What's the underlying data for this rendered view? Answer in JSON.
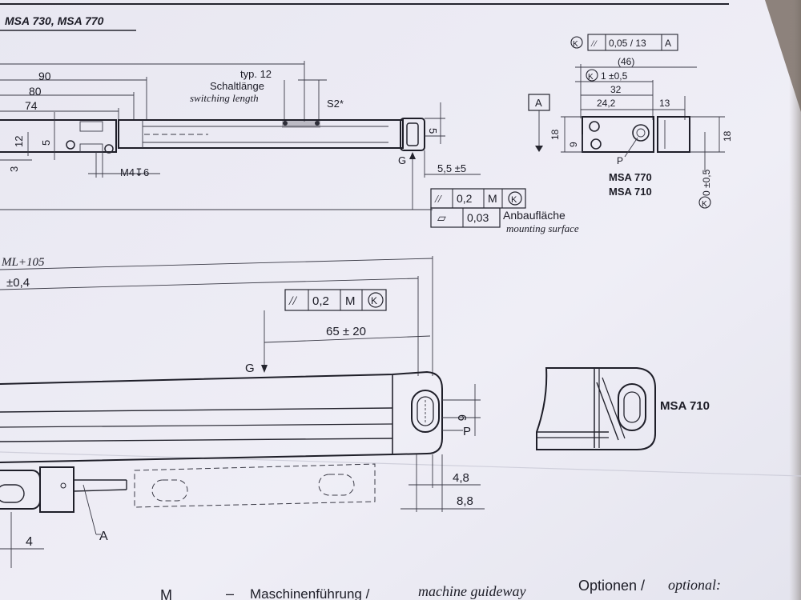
{
  "header": {
    "title": "MSA 730, MSA 770"
  },
  "top_view": {
    "dims": [
      "90",
      "80",
      "74"
    ],
    "typ": "typ. 12",
    "switching_de": "Schaltlänge",
    "switching_en": "switching length",
    "s2": "S2*",
    "left_vertical": [
      "12",
      "5",
      "3"
    ],
    "thread": "M4↧6",
    "g_label": "G",
    "right_dim": "5",
    "offset": "5,5 ±5"
  },
  "tolerances": {
    "row1": {
      "symbol": "//",
      "value": "0,2",
      "modifier": "M",
      "datum": "K"
    },
    "row2": {
      "symbol": "⏥",
      "value": "0,03"
    },
    "mount_de": "Anbaufläche",
    "mount_en": "mounting surface"
  },
  "side_view": {
    "frame": {
      "datum_k": "K",
      "symbol": "//",
      "value": "0,05 / 13",
      "datum": "A"
    },
    "datum_a": "A",
    "dims": [
      "(46)",
      "1 ±0,5",
      "32",
      "24,2",
      "13",
      "18",
      "9",
      "18",
      "0 ±0,5"
    ],
    "k_label": "K",
    "p_label": "P",
    "models": [
      "MSA 770",
      "MSA 710"
    ]
  },
  "bottom_view": {
    "ml": "ML+105",
    "tol": "±0,4",
    "frame": {
      "symbol": "//",
      "value": "0,2",
      "modifier": "M",
      "datum": "K"
    },
    "dim_65": "65 ± 20",
    "g_label": "G",
    "dim_6": "6",
    "p_label": "P",
    "dim_48": "4,8",
    "dim_88": "8,8",
    "dim_4": "4",
    "a_label": "A"
  },
  "detail": {
    "label": "MSA 710"
  },
  "footer": {
    "m_label": "M",
    "dash": "–",
    "guide_de": "Maschinenführung /",
    "guide_en": "machine guideway",
    "options_de": "Optionen /",
    "options_en": "optional:"
  }
}
